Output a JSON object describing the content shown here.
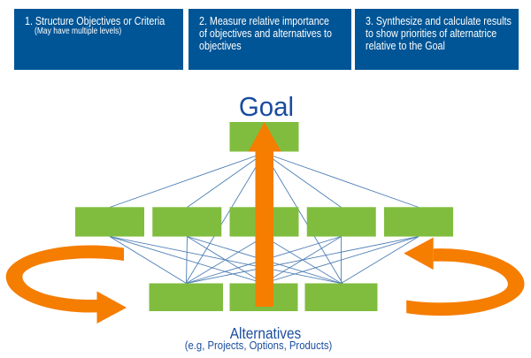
{
  "steps": [
    {
      "label": "1. Structure Objectives or Criteria",
      "note": "(May have multiple levels)"
    },
    {
      "label": "2. Measure relative importance of objectives and alternatives to objectives",
      "note": ""
    },
    {
      "label": "3. Synthesize and calculate results to show priorities of alternatrice relative to the Goal",
      "note": ""
    }
  ],
  "diagram": {
    "goal_label": "Goal",
    "alternatives_label": "Alternatives",
    "alternatives_note": "(e.g, Projects, Options, Products)",
    "criteria_count": 5,
    "alternatives_count": 3,
    "structure": "goal connected to criteria row; each criterion connected to each alternative"
  },
  "colors": {
    "step_box_blue": "#005596",
    "node_green": "#80BD3E",
    "arrow_orange": "#F57D00",
    "label_blue": "#1A4C9E",
    "connector_blue": "#4E7FB5",
    "background": "#FFFFFF"
  }
}
